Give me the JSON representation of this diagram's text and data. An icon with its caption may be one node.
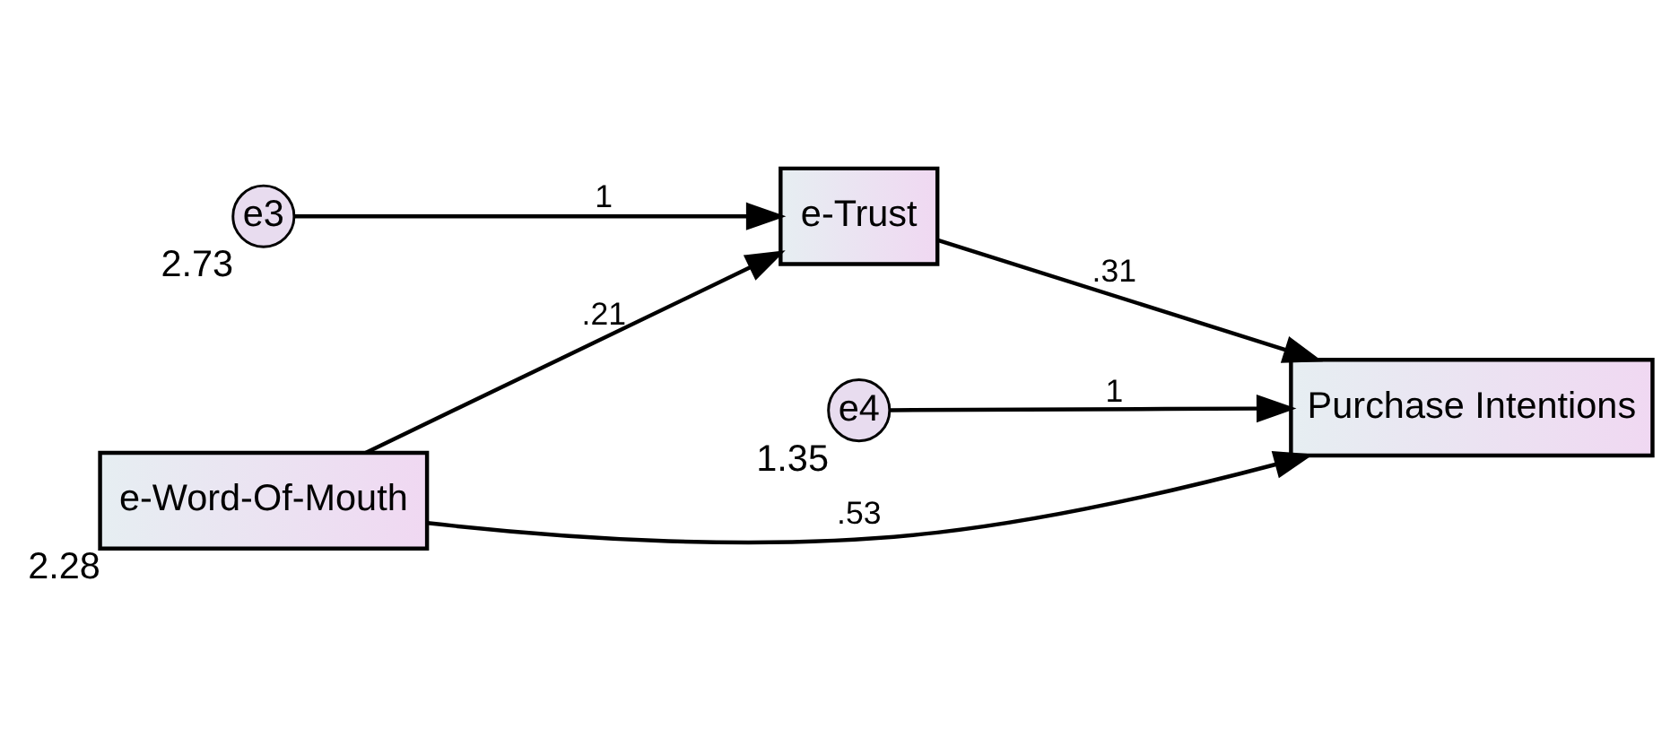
{
  "diagram": {
    "nodes": [
      {
        "text": [
          "e3"
        ],
        "beside": [
          "2.73"
        ]
      },
      {
        "text": [
          "e-Trust"
        ]
      },
      {
        "text": [
          "e4"
        ],
        "beside": [
          "1.35"
        ]
      },
      {
        "text": [
          "Purchase Intentions"
        ]
      },
      {
        "text": [
          "e-Word-Of-Mouth"
        ],
        "beside": [
          "2.28"
        ]
      }
    ],
    "edges": [
      {
        "from": 0,
        "to": 1,
        "arrow": "to",
        "label": "1"
      },
      {
        "from": 1,
        "to": 3,
        "arrow": "to",
        "label": ".31"
      },
      {
        "from": 2,
        "to": 3,
        "arrow": "to",
        "label": "1"
      },
      {
        "from": 4,
        "to": 1,
        "arrow": "to",
        "label": ".21"
      },
      {
        "from": 4,
        "to": 3,
        "arrow": "to",
        "label": ".53"
      }
    ]
  }
}
